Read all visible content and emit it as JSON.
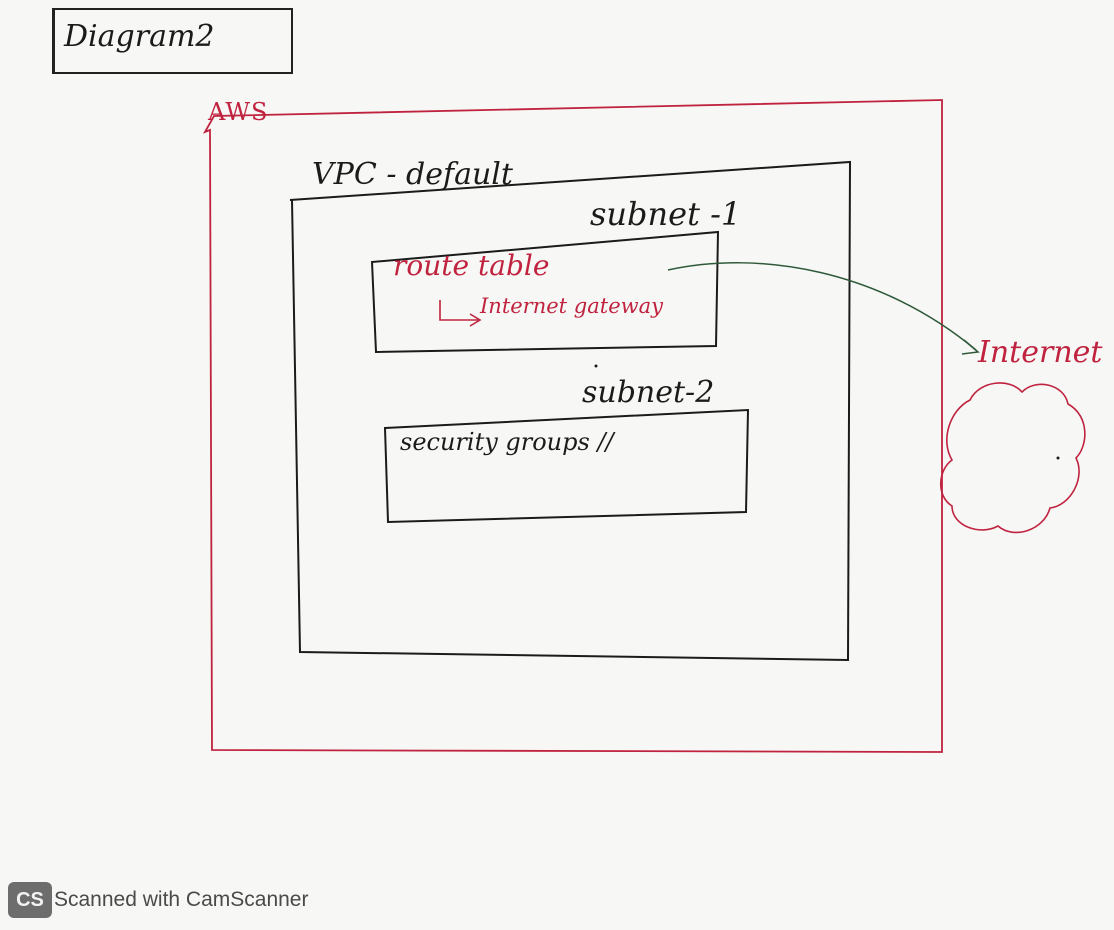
{
  "diagram": {
    "title": "Diagram2",
    "aws_label": "AWS",
    "vpc_label": "VPC - default",
    "subnet1_label": "subnet -1",
    "route_table_label": "route table",
    "gateway_label": "Internet gateway",
    "subnet2_label": "subnet-2",
    "security_groups_label": "security groups //",
    "internet_label": "Internet"
  },
  "watermark": {
    "logo": "CS",
    "text": "Scanned with CamScanner"
  },
  "colors": {
    "paper": "#f7f7f5",
    "black_ink": "#1b1b1b",
    "red_ink": "#c0233f",
    "green_ink": "#2f5a3a"
  },
  "icons": {
    "cloud": "internet-cloud-icon",
    "arrow": "connection-arrow-icon"
  }
}
